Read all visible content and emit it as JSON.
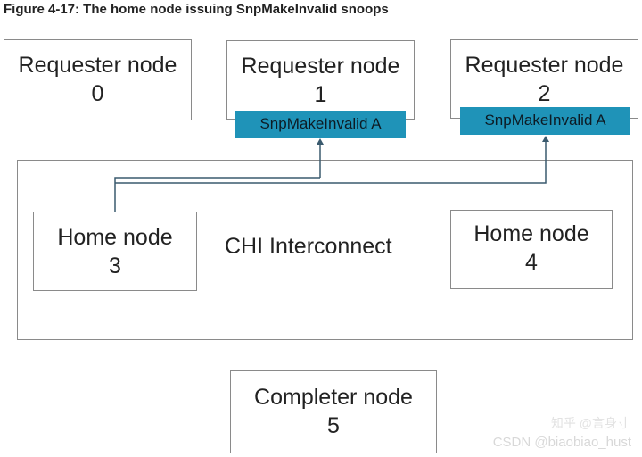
{
  "figure": {
    "title": "Figure 4-17: The home node issuing SnpMakeInvalid snoops"
  },
  "requester_nodes": [
    {
      "label": "Requester node",
      "number": "0"
    },
    {
      "label": "Requester node",
      "number": "1"
    },
    {
      "label": "Requester node",
      "number": "2"
    }
  ],
  "snoops": [
    {
      "label": "SnpMakeInvalid A"
    },
    {
      "label": "SnpMakeInvalid A"
    }
  ],
  "interconnect": {
    "label": "CHI Interconnect"
  },
  "home_nodes": [
    {
      "label": "Home node",
      "number": "3"
    },
    {
      "label": "Home node",
      "number": "4"
    }
  ],
  "completer_node": {
    "label": "Completer node",
    "number": "5"
  },
  "watermark": {
    "platform": "知乎 @言身寸",
    "credit": "CSDN @biaobiao_hust"
  },
  "colors": {
    "snoop_fill": "#1f93b8",
    "box_border": "#8a8a8a",
    "arrow": "#3a5a6e"
  }
}
